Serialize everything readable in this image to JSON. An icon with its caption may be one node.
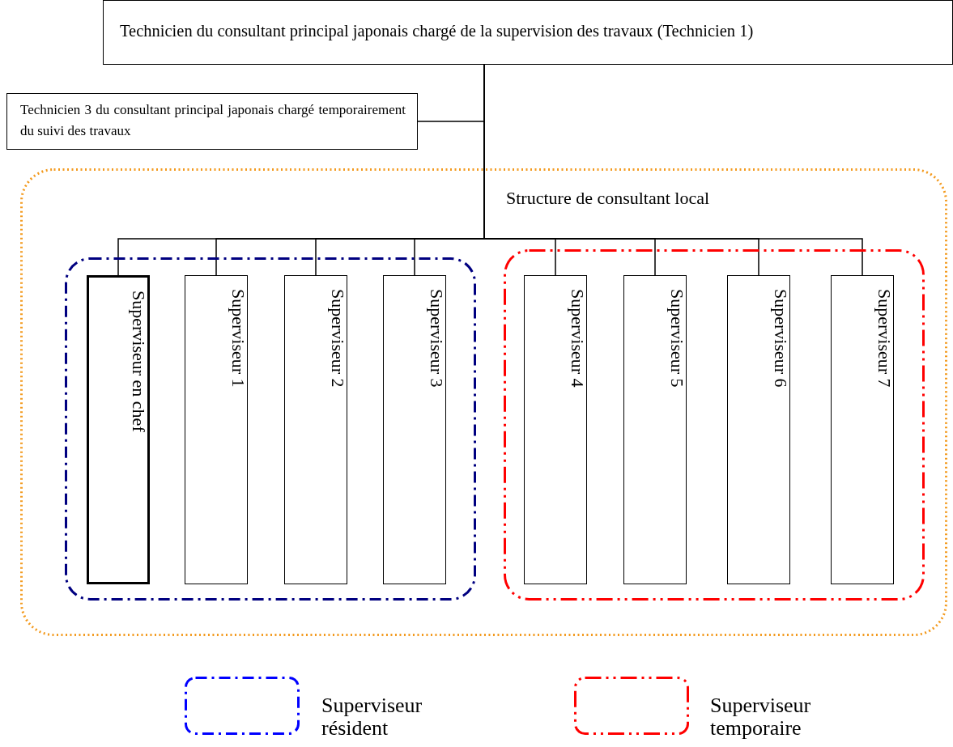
{
  "diagram": {
    "nodes": [
      {
        "text": [
          "Technicien du consultant principal japonais chargé de la supervision des travaux (Technicien 1)"
        ]
      },
      {
        "text": [
          "Technicien 3 du consultant principal japonais chargé temporairement du suivi des travaux"
        ]
      },
      {
        "text": [
          "Structure de consultant local"
        ]
      },
      {
        "text": [],
        "shape": "box",
        "in": 2
      },
      {
        "text": [],
        "shape": "box",
        "in": 2
      },
      {
        "text": [
          "Superviseur en chef"
        ],
        "in": 3
      },
      {
        "text": [
          "Superviseur 1"
        ],
        "in": 3
      },
      {
        "text": [
          "Superviseur 2"
        ],
        "in": 3
      },
      {
        "text": [
          "Superviseur 3"
        ],
        "in": 3
      },
      {
        "text": [
          "Superviseur 4"
        ],
        "in": 4
      },
      {
        "text": [
          "Superviseur 5"
        ],
        "in": 4
      },
      {
        "text": [
          "Superviseur 6"
        ],
        "in": 4
      },
      {
        "text": [
          "Superviseur 7"
        ],
        "in": 4
      }
    ],
    "edges": [
      {
        "from": 1,
        "to": 0,
        "arrow": "none"
      },
      {
        "from": 0,
        "to": 5,
        "arrow": "none"
      },
      {
        "from": 0,
        "to": 6,
        "arrow": "none"
      },
      {
        "from": 0,
        "to": 7,
        "arrow": "none"
      },
      {
        "from": 0,
        "to": 8,
        "arrow": "none"
      },
      {
        "from": 0,
        "to": 9,
        "arrow": "none"
      },
      {
        "from": 0,
        "to": 10,
        "arrow": "none"
      },
      {
        "from": 0,
        "to": 11,
        "arrow": "none"
      },
      {
        "from": 0,
        "to": 12,
        "arrow": "none"
      }
    ],
    "legend": [
      {
        "text": "Superviseur résident"
      },
      {
        "text": "Superviseur temporaire"
      }
    ]
  }
}
